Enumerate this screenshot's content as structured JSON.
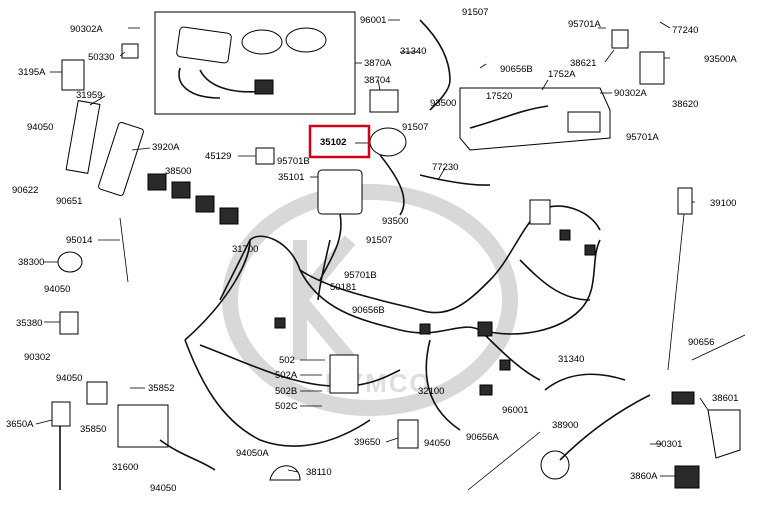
{
  "highlight": {
    "color": "#d0021b",
    "part": "35102"
  },
  "watermark": "KYMCO",
  "labels": {
    "p90302A_top": "90302A",
    "p50330": "50330",
    "p3195A": "3195A",
    "p31959": "31959",
    "p94050_a": "94050",
    "p90622": "90622",
    "p90651": "90651",
    "p3920A": "3920A",
    "p38500": "38500",
    "p45129": "45129",
    "p95701B_a": "95701B",
    "p35102": "35102",
    "p35101": "35101",
    "p3870A": "3870A",
    "p38704": "38704",
    "p96001_top": "96001",
    "p31340_top": "31340",
    "p91507_top": "91507",
    "p90656B_top": "90656B",
    "p93500": "93500",
    "p91507_b": "91507",
    "p95701A_top": "95701A",
    "p77240": "77240",
    "p38621": "38621",
    "p93500A": "93500A",
    "p1752A": "1752A",
    "p17520": "17520",
    "p90302A_r": "90302A",
    "p38620": "38620",
    "p95701A_r": "95701A",
    "p77230": "77230",
    "p93500_b": "93500",
    "p39100": "39100",
    "p95014": "95014",
    "p31700": "31700",
    "p91507_c": "91507",
    "p38300": "38300",
    "p94050_b": "94050",
    "p95701B_b": "95701B",
    "p50181": "50181",
    "p90656B_b": "90656B",
    "p35380": "35380",
    "p90302": "90302",
    "p502": "502",
    "p502A": "502A",
    "p502B": "502B",
    "p502C": "502C",
    "p32100": "32100",
    "p31340_r": "31340",
    "p90656": "90656",
    "p94050_c": "94050",
    "p35852": "35852",
    "p35850": "35850",
    "p3650A": "3650A",
    "p31600": "31600",
    "p94050_d": "94050",
    "p94050A": "94050A",
    "p38110": "38110",
    "p39650": "39650",
    "p94050_e": "94050",
    "p96001_b": "96001",
    "p90656A": "90656A",
    "p38900": "38900",
    "p38601": "38601",
    "p90301": "90301",
    "p3860A": "3860A"
  }
}
